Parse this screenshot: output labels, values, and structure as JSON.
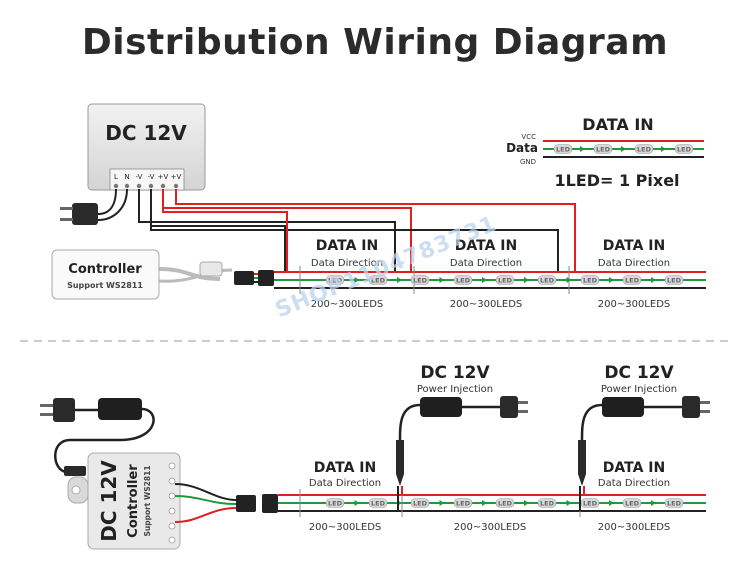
{
  "title": "Distribution Wiring Diagram",
  "watermark": "SHOP1104783731",
  "colors": {
    "red": "#e02020",
    "green": "#1f9a3a",
    "black": "#222222",
    "strip": "#3a3a3a",
    "led": "#d8d8d8"
  },
  "legend": {
    "header": "DATA  IN",
    "vcc": "VCC",
    "data": "Data",
    "gnd": "GND",
    "led": "LED",
    "pixel_note": "1LED= 1 Pixel"
  },
  "top": {
    "psu_label": "DC 12V",
    "terminals": [
      "L",
      "N",
      "-V",
      "-V",
      "+V",
      "+V"
    ],
    "controller_title": "Controller",
    "controller_sub": "Support WS2811",
    "segments": [
      {
        "header": "DATA  IN",
        "direction": "Data Direction",
        "count": "200~300LEDS"
      },
      {
        "header": "DATA  IN",
        "direction": "Data Direction",
        "count": "200~300LEDS"
      },
      {
        "header": "DATA  IN",
        "direction": "Data Direction",
        "count": "200~300LEDS"
      }
    ]
  },
  "bottom": {
    "controller_label": "DC 12V",
    "controller_title": "Controller",
    "controller_sub": "Support WS2811",
    "injections": [
      {
        "voltage": "DC 12V",
        "label": "Power Injection"
      },
      {
        "voltage": "DC 12V",
        "label": "Power Injection"
      }
    ],
    "segments": [
      {
        "header": "DATA  IN",
        "direction": "Data Direction",
        "count": "200~300LEDS"
      },
      {
        "count": "200~300LEDS"
      },
      {
        "header": "DATA  IN",
        "direction": "Data Direction",
        "count": "200~300LEDS"
      }
    ]
  }
}
